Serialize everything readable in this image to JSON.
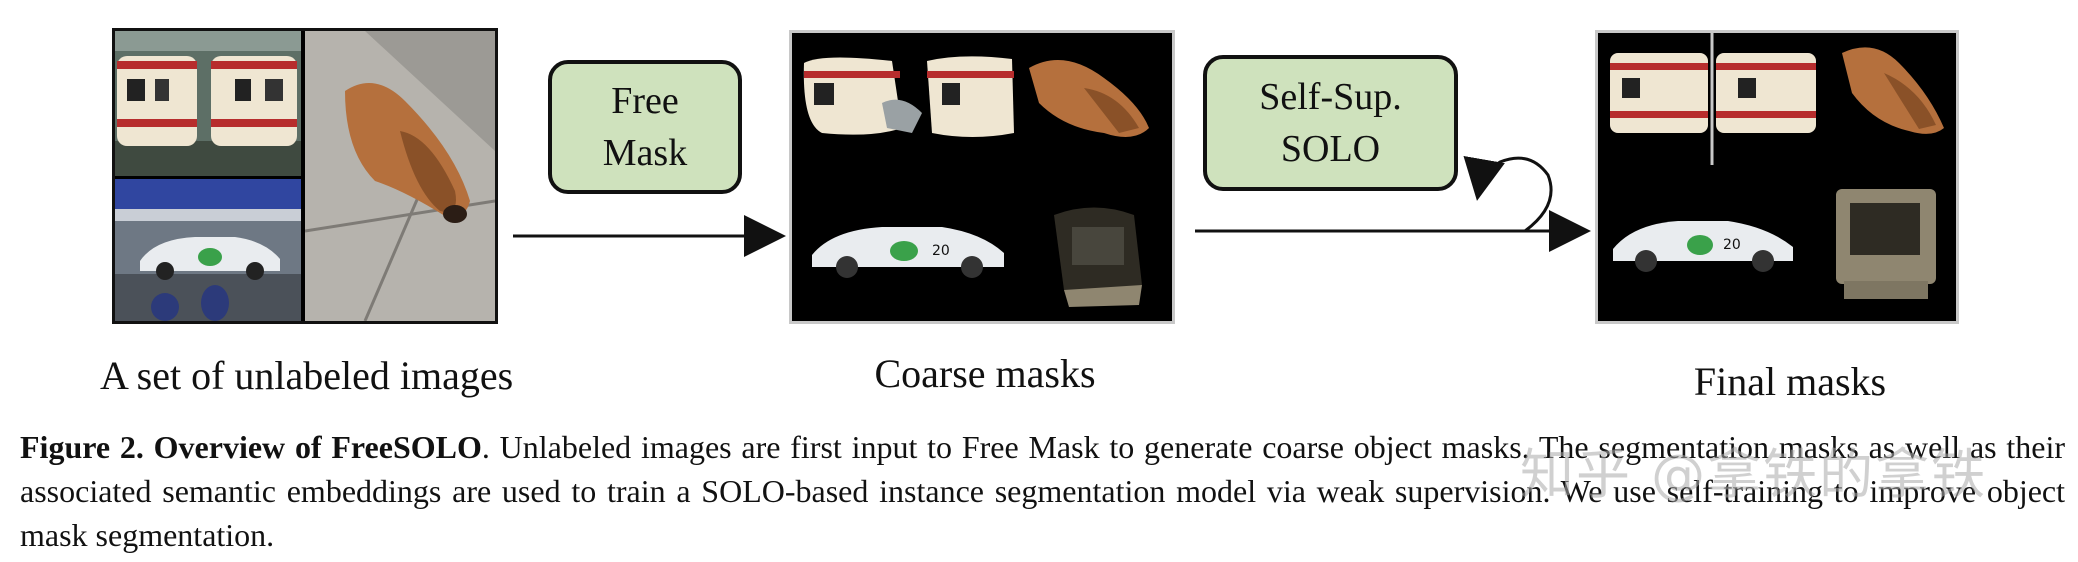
{
  "figure": {
    "stage_labels": {
      "input": "A set of unlabeled images",
      "coarse": "Coarse masks",
      "final": "Final masks"
    },
    "process_boxes": {
      "free_mask": [
        "Free",
        "Mask"
      ],
      "self_sup": [
        "Self-Sup.",
        "SOLO"
      ]
    },
    "car_number": "20"
  },
  "caption": {
    "label": "Figure 2.",
    "title": "Overview of FreeSOLO",
    "text": ". Unlabeled images are first input to Free Mask to generate coarse object masks. The segmentation masks as well as their associated semantic embeddings are used to train a SOLO-based instance segmentation model via weak supervision. We use self-training to improve object mask segmentation."
  },
  "watermark": "知乎 @拿铁的拿铁"
}
